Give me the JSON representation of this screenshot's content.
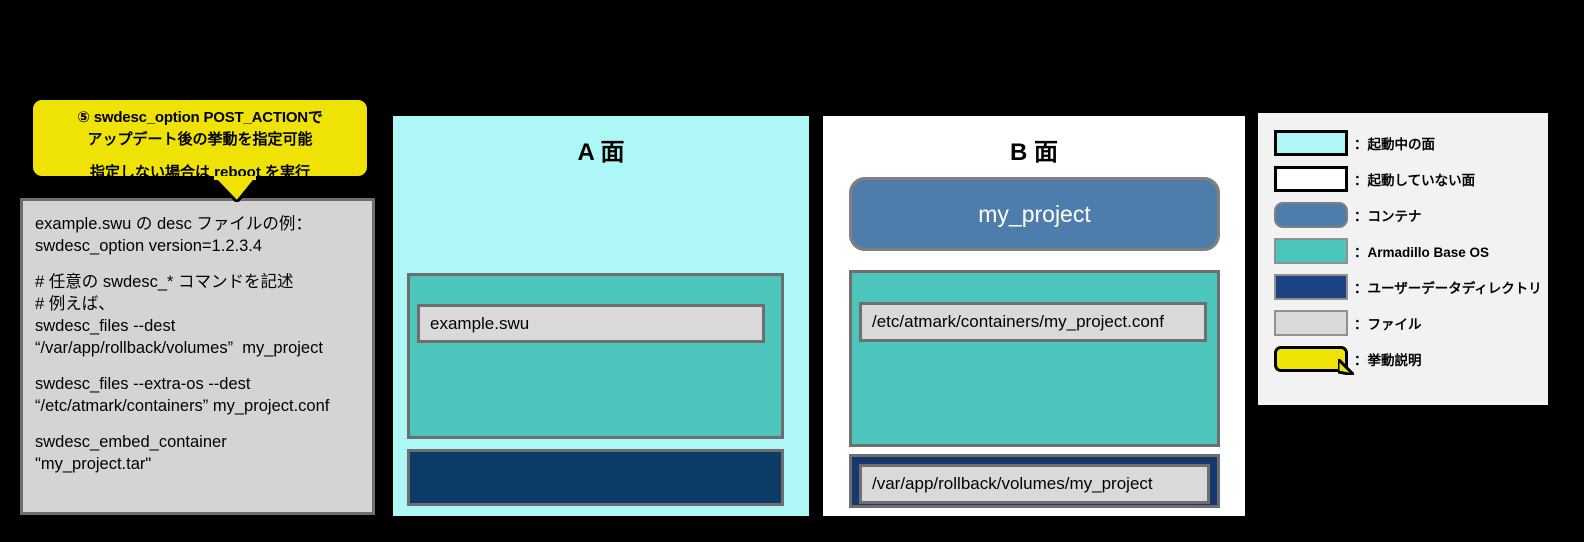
{
  "callout": {
    "lines": [
      "⑤ swdesc_option POST_ACTIONで",
      "アップデート後の挙動を指定可能",
      "指定しない場合は reboot を実行"
    ],
    "color": "#EFE305"
  },
  "desc_box": {
    "lines": [
      "example.swu の desc ファイルの例：",
      "swdesc_option version=1.2.3.4",
      "",
      "# 任意の swdesc_* コマンドを記述",
      "# 例えば、",
      "swdesc_files --dest",
      "“/var/app/rollback/volumes”  my_project",
      "",
      "swdesc_files --extra-os --dest",
      "“/etc/atmark/containers” my_project.conf",
      "",
      "swdesc_embed_container",
      "\"my_project.tar\""
    ],
    "background": "#D4D4D4"
  },
  "panels": [
    {
      "id": "a",
      "title": "A 面",
      "background": "#ADF7F7",
      "os_box_label": "",
      "file_label": "example.swu",
      "userdata_label": ""
    },
    {
      "id": "b",
      "title": "B 面",
      "background": "#FFFFFF",
      "container_label": "my_project",
      "conf_file_label": "/etc/atmark/containers/my_project.conf",
      "volume_file_label": "/var/app/rollback/volumes/my_project"
    }
  ],
  "legend": {
    "items": [
      {
        "swatch": "active-side-swatch",
        "label": "：起動中の面",
        "color": "#ADF7F7"
      },
      {
        "swatch": "inactive-side-swatch",
        "label": "：起動していない面",
        "color": "#FFFFFF"
      },
      {
        "swatch": "container-swatch",
        "label": "：コンテナ",
        "color": "#4E7DAB"
      },
      {
        "swatch": "os-swatch",
        "label": "：Armadillo Base  OS",
        "color": "#4CC5BC"
      },
      {
        "swatch": "userdata-swatch",
        "label": "：ユーザーデータディレクトリ",
        "color": "#1C4484"
      },
      {
        "swatch": "file-swatch",
        "label": "：ファイル",
        "color": "#D9D9D9"
      },
      {
        "swatch": "callout-swatch",
        "label": "：挙動説明",
        "color": "#EFE305"
      }
    ]
  }
}
